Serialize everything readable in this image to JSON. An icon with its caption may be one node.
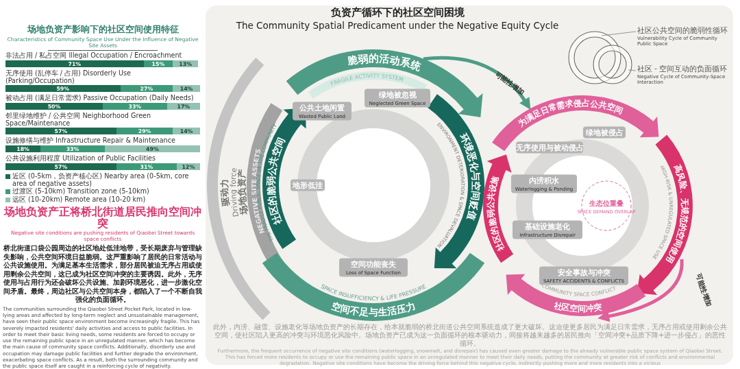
{
  "diagram": {
    "title": "负资产循环下的社区空间困境",
    "nodes": [
      {
        "text": [
          "驱动力",
          "Driving force",
          "场地负资产",
          "NEGATIVE SITE ASSETS"
        ]
      },
      {
        "text": [
          "脆弱的活动系统",
          "FRAGILE ACTIVITY SYSTEM"
        ]
      },
      {
        "text": [
          "社区的脆弱公共空间",
          "THE FRAGILE PUBLIC SPACE OF THE COMMUNITY"
        ]
      },
      {
        "text": [
          "SPACE INSUFFICIENCY & LIFE PRESSURE",
          "空间不足与生活压力"
        ]
      },
      {
        "text": [
          "环境恶化与空间贬值",
          "ENVIRONMENT DETERIORATION & SPACE DEVALUATION"
        ]
      },
      {
        "text": [
          "公共土地闲置",
          "Wasted Public Land"
        ]
      },
      {
        "text": [
          "绿地被忽视",
          "Neglected Green Space"
        ]
      },
      {
        "text": [
          "地形低洼"
        ]
      },
      {
        "text": [
          "空间功能丧失",
          "Loss of Space Function"
        ]
      },
      {
        "text": [
          "为满足日常需求侵占公共空间"
        ]
      },
      {
        "text": [
          "高风险、无规范的空间使用",
          "HIGH-RISK & UNREGULATED SPACE USE"
        ]
      },
      {
        "text": [
          "COMMUNITY SPACE CONFLICT",
          "社区空间冲突"
        ]
      },
      {
        "text": [
          "社区的脆弱公共设施"
        ]
      },
      {
        "text": [
          "无序使用与被动侵占"
        ]
      },
      {
        "text": [
          "绿地被侵占"
        ]
      },
      {
        "text": [
          "内涝积水",
          "Waterlogging & Ponding"
        ]
      },
      {
        "text": [
          "基础设施老化",
          "Infrastructure Disrepair"
        ]
      },
      {
        "text": [
          "安全事故与冲突",
          "SAFETY ACCIDENTS & CONFLICTS"
        ]
      },
      {
        "text": [
          "生态位重叠",
          "SPACE DEMAND OVERLAP"
        ]
      },
      {
        "text": [
          "社区公共空间的脆弱性循环",
          "Vulnerability Cycle of Community Public Space"
        ]
      },
      {
        "text": [
          "社区 - 空间互动的负面循环",
          "Negative Cycle of Community-Space Interaction"
        ]
      },
      {
        "text": [],
        "shape": "circle"
      },
      {
        "text": [],
        "shape": "circle"
      }
    ],
    "edges": [
      {
        "from": 1,
        "to": 9,
        "arrow": "to",
        "label": "可能性增加",
        "style": "thick",
        "color": "#4f9c86"
      },
      {
        "from": 10,
        "to": 11,
        "arrow": "to",
        "label": "可能性增加",
        "style": "thick",
        "color": "#e0609a"
      },
      {
        "from": 19,
        "to": 21,
        "arrow": "none"
      },
      {
        "from": 20,
        "to": 22,
        "arrow": "none"
      }
    ],
    "labels": [
      "The Community Spatial Predicament under the Negative Equity Cycle",
      "场地负资产影响下的社区空间使用特征",
      "Characteristics of Community Space Use Under the Influence of Negative Site Assets",
      "场地负资产正将桥北街道居民推向空间冲突",
      "Negative site conditions are pushing residents of Qiaobei Street towards space conflicts",
      "桥北街道口袋公园周边的社区地处低洼地带，受长期废弃与管理缺失影响，公共空间环境日益脆弱。这严重影响了居民的日常活动与公共设施使用。为满足基本生活需求，部分居民被迫无序占用或使用剩余公共空间，这已成为社区空间冲突的主要诱因。此外，无序使用与占用行为还会破坏公共设施、加剧环境恶化，进一步激化空间矛盾。最终，周边社区与公共空间本身，都陷入了一个不断自我强化的负面循环。",
      "The communities surrounding the Qiaobei Street Pocket Park, located in low-lying areas and affected by long-term neglect and unsustainable management, have seen their public space environment become increasingly fragile. This has severely impacted residents' daily activities and access to public facilities. In order to meet their basic living needs, some residents are forced to occupy or use the remaining public space in an unregulated manner, which has become the main cause of community space conflicts. Additionally, disorderly use and occupation may damage public facilities and further degrade the environment, exacerbating space conflicts. As a result, both the surrounding community and the public space itself are caught in a reinforcing cycle of negativity.",
      "此外，内涝、融雪、设施老化等场地负资产的长期存在，给本就脆弱的桥北街道公共空间系统造成了更大破坏。这迫使更多居民为满足日常需求，无序占用或使用剩余公共空间，使社区陷入更高的冲突与环境恶化风险中。场地负资产已成为这一负面循环的根本驱动力，间接将越来越多的居民推向「空间冲突+品质下降+进一步侵占」的恶性循环。",
      "Furthermore, the frequent occurrence of negative site conditions (waterlogging, snowmelt, and disrepair) has caused even greater damage to the already vulnerable public space system of Qiaobei Street. This has forced more residents to occupy or use the remaining public space in an unregulated manner to meet their daily needs, putting the community at greater risk of conflicts and environmental degradation. Negative site conditions have become the driving force behind this negative cycle, indirectly pushing more and more residents into a vicious"
    ],
    "chart_data": {
      "type": "bar",
      "orientation": "horizontal",
      "stacked": true,
      "legend": "bottom",
      "categories": [
        "非法占用 / 私占空间 Illegal Occupation / Encroachment",
        "无序使用 (乱停车 / 占用) Disorderly Use (Parking/Occupation)",
        "被动占用 (满足日常需求) Passive Occupation (Daily Needs)",
        "邻里绿地维护 / 公共空间 Neighborhood Green Space/Maintenance",
        "设施修缮与维护 Infrastructure Repair & Maintenance",
        "公共设施利用程度 Utilization of Public Facilities"
      ],
      "series": [
        {
          "name": "近区 (0-5km，负资产核心区) Nearby area (0-5km, core area of negative assets)",
          "color": "#1d6a50",
          "values": [
            71,
            59,
            50,
            57,
            18,
            57
          ],
          "value_labels": [
            "71%",
            "59%",
            "50%",
            "57%",
            "18%",
            "57%"
          ]
        },
        {
          "name": "过渡区 (5-10km) Transition zone (5-10km)",
          "color": "#3d9a78",
          "values": [
            15,
            27,
            33,
            29,
            33,
            31
          ],
          "value_labels": [
            "15%",
            "27%",
            "33%",
            "29%",
            "33%",
            "31%"
          ]
        },
        {
          "name": "远区 (10-20km) Remote area (10-20 km)",
          "color": "#93c2b3",
          "values": [
            13,
            14,
            17,
            14,
            49,
            12
          ],
          "value_labels": [
            "13%",
            "14%",
            "17%",
            "14%",
            "49%",
            "12%"
          ]
        }
      ]
    }
  }
}
